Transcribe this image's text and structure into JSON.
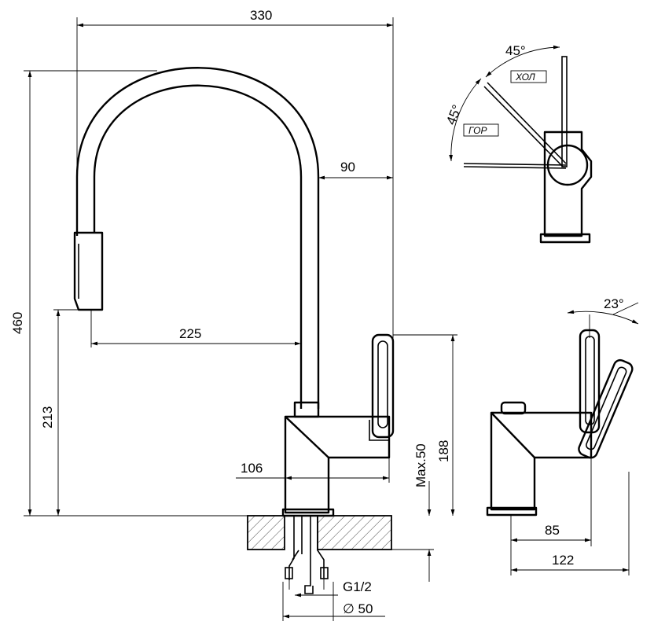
{
  "dimensions": {
    "width_total": "330",
    "spout_offset": "90",
    "spout_reach": "225",
    "height_total": "460",
    "spout_height": "213",
    "body_height": "188",
    "max_deck": "Max.50",
    "body_depth": "106",
    "thread": "G1/2",
    "hole_diameter": "∅ 50",
    "handle_reach_85": "85",
    "handle_reach_122": "122",
    "angle_tilt": "23°",
    "angle_cold": "45°",
    "angle_hot": "45°"
  },
  "labels": {
    "cold": "ХОЛ",
    "hot": "ГОР"
  }
}
